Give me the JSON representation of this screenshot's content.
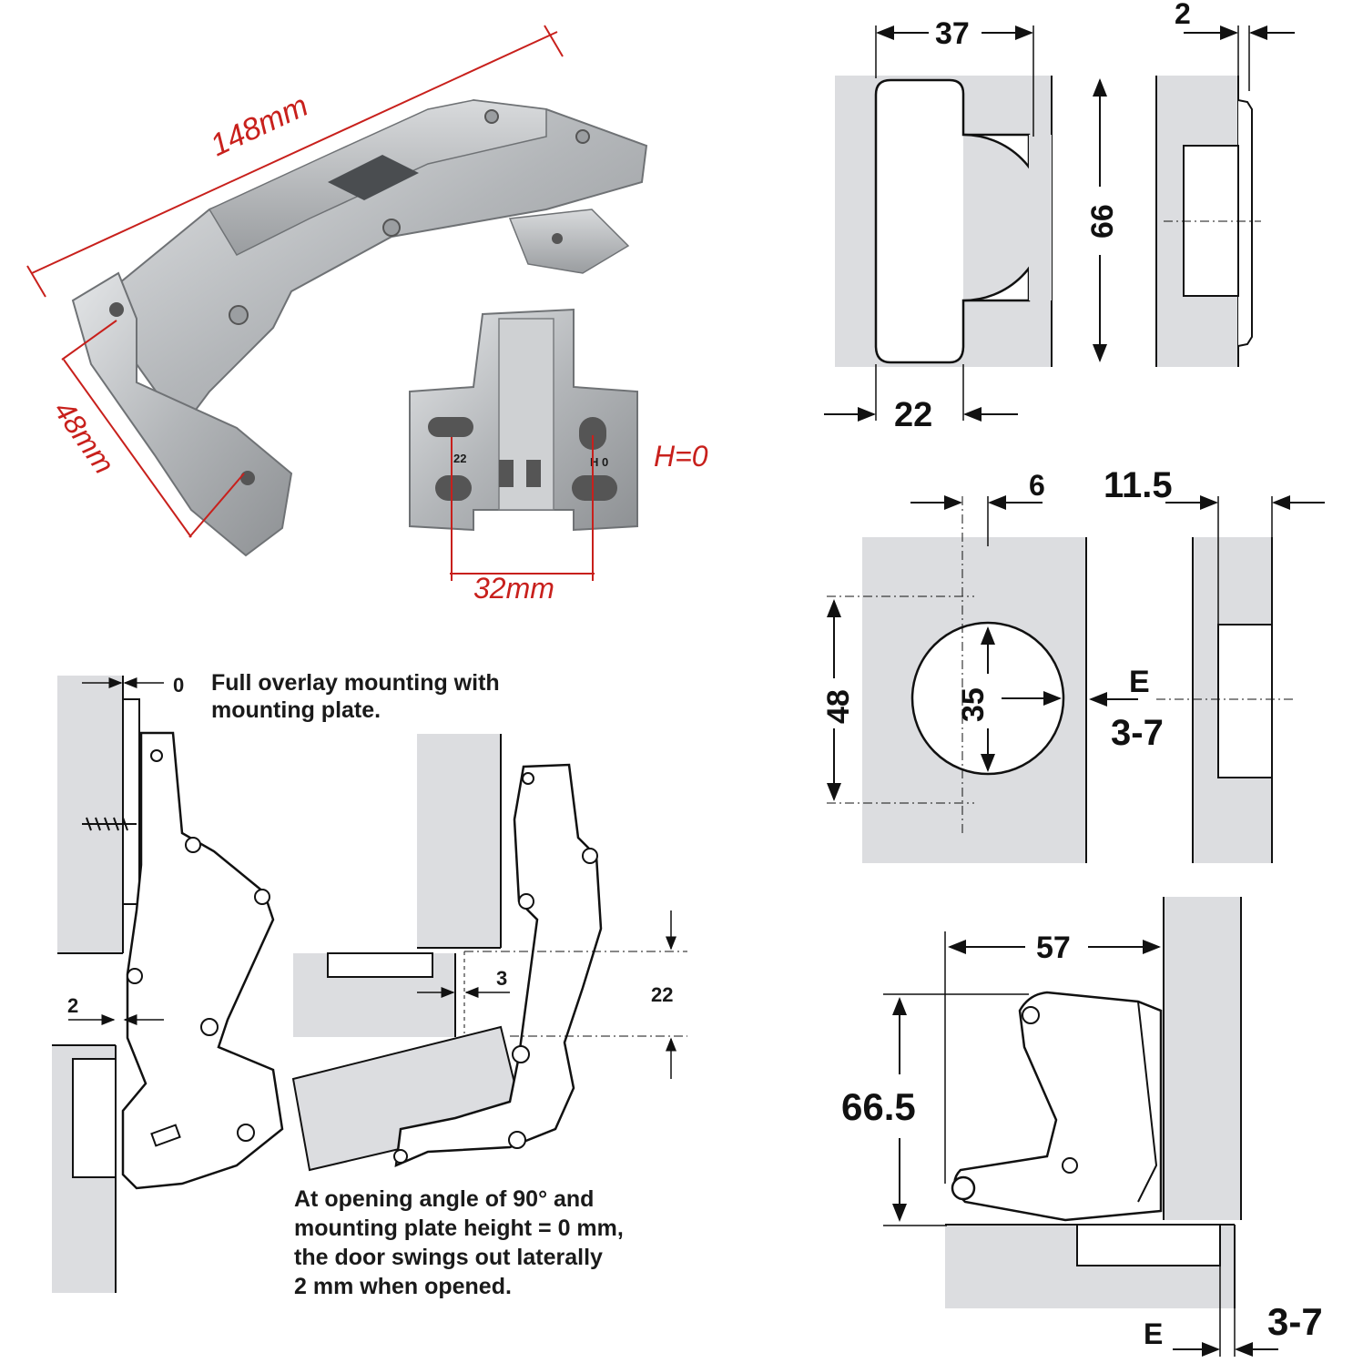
{
  "photo": {
    "length_label": "148mm",
    "width_label": "48mm",
    "plate_spacing_label": "32mm",
    "plate_height_label": "H=0",
    "plate_stamp_left": "22",
    "plate_stamp_right": "H 0"
  },
  "cup_front_view": {
    "width_top": "37",
    "height": "66",
    "offset_bottom": "22",
    "side_offset": "2"
  },
  "drilling_view": {
    "edge_distance": "6",
    "depth": "11.5",
    "pitch": "48",
    "cup_diameter": "35",
    "edge_label": "E",
    "edge_range": "3-7"
  },
  "side_section": {
    "depth": "57",
    "height": "66.5",
    "edge_label": "E",
    "edge_range": "3-7"
  },
  "mounting_diagram": {
    "zero_label": "0",
    "title_line1": "Full overlay mounting with",
    "title_line2": "mounting plate.",
    "lateral_label": "2",
    "gap_label": "3",
    "offset_label": "22",
    "caption_line1": "At opening angle of 90° and",
    "caption_line2": "mounting plate height = 0 mm,",
    "caption_line3": "the door swings out laterally",
    "caption_line4": "2 mm when opened."
  },
  "colors": {
    "panel_gray": "#dcdde0",
    "metal": "#b9bcbf",
    "annotation_red": "#c8201c",
    "line": "#111111"
  }
}
